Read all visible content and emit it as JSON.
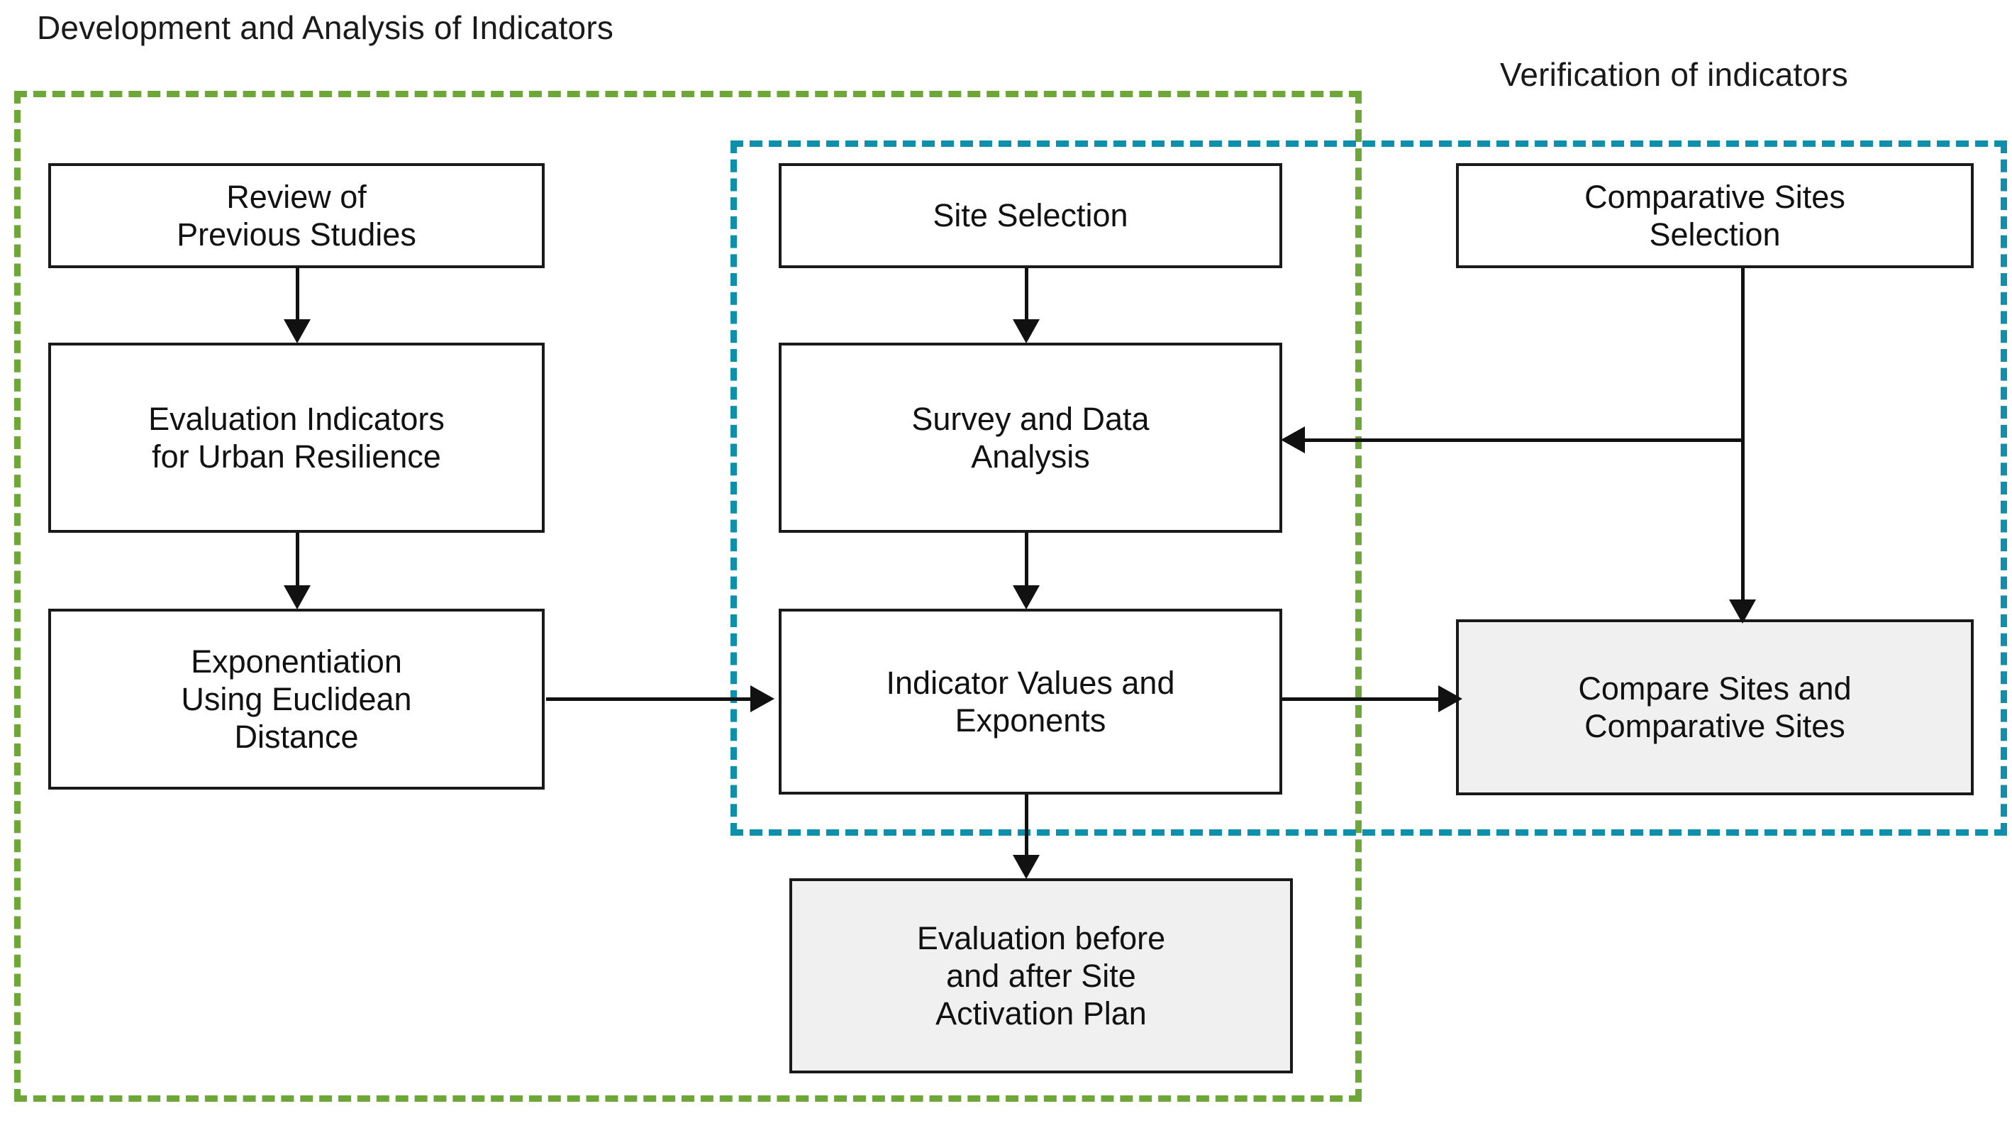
{
  "diagram": {
    "groups": [
      {
        "id": "development",
        "label": "Development and Analysis of Indicators",
        "color": "#6CA738",
        "style": "dashed"
      },
      {
        "id": "verification",
        "label": "Verification of indicators",
        "color": "#0E8FAC",
        "style": "dashed"
      }
    ],
    "nodes": [
      {
        "id": "review-of-previous-studies",
        "label": "Review of\nPrevious Studies",
        "group": "development",
        "fill": "#FFFFFF"
      },
      {
        "id": "evaluation-indicators",
        "label": "Evaluation Indicators\nfor Urban Resilience",
        "group": "development",
        "fill": "#FFFFFF"
      },
      {
        "id": "exponentiation-euclidean",
        "label": "Exponentiation\nUsing Euclidean\nDistance",
        "group": "development",
        "fill": "#FFFFFF"
      },
      {
        "id": "site-selection",
        "label": "Site Selection",
        "group": "verification",
        "fill": "#FFFFFF"
      },
      {
        "id": "survey-and-data-analysis",
        "label": "Survey and Data\nAnalysis",
        "group": "verification",
        "fill": "#FFFFFF"
      },
      {
        "id": "indicator-values-and-exponents",
        "label": "Indicator Values and\nExponents",
        "group": "verification",
        "fill": "#FFFFFF"
      },
      {
        "id": "comparative-sites-selection",
        "label": "Comparative Sites\nSelection",
        "group": "verification",
        "fill": "#FFFFFF"
      },
      {
        "id": "compare-sites",
        "label": "Compare Sites and\nComparative Sites",
        "group": "verification",
        "fill": "#F0F0F0"
      },
      {
        "id": "evaluation-before-after",
        "label": "Evaluation before\nand after Site\nActivation Plan",
        "group": "development",
        "fill": "#F0F0F0"
      }
    ],
    "edges": [
      {
        "from": "review-of-previous-studies",
        "to": "evaluation-indicators",
        "direction": "down"
      },
      {
        "from": "evaluation-indicators",
        "to": "exponentiation-euclidean",
        "direction": "down"
      },
      {
        "from": "exponentiation-euclidean",
        "to": "indicator-values-and-exponents",
        "direction": "right"
      },
      {
        "from": "site-selection",
        "to": "survey-and-data-analysis",
        "direction": "down"
      },
      {
        "from": "survey-and-data-analysis",
        "to": "indicator-values-and-exponents",
        "direction": "down"
      },
      {
        "from": "indicator-values-and-exponents",
        "to": "compare-sites",
        "direction": "right"
      },
      {
        "from": "indicator-values-and-exponents",
        "to": "evaluation-before-after",
        "direction": "down"
      },
      {
        "from": "comparative-sites-selection",
        "to": "survey-and-data-analysis",
        "direction": "left"
      },
      {
        "from": "comparative-sites-selection",
        "to": "compare-sites",
        "direction": "down"
      }
    ]
  }
}
